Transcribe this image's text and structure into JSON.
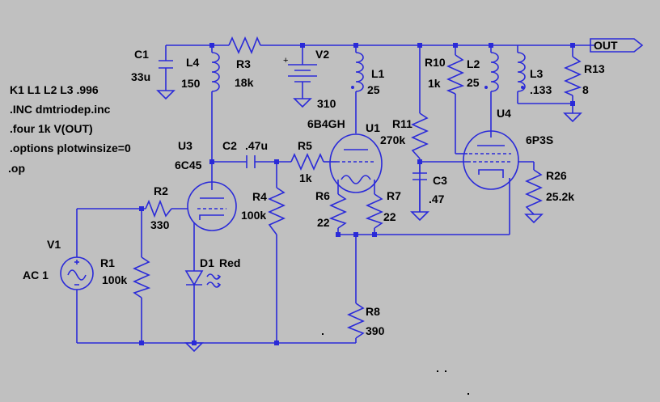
{
  "directives": [
    "K1 L1 L2 L3 .996",
    ".INC dmtriodep.inc",
    ".four 1k V(OUT)",
    ".options plotwinsize=0",
    ".op"
  ],
  "components": {
    "C1": {
      "name": "C1",
      "value": "33u"
    },
    "L4": {
      "name": "L4",
      "value": "150"
    },
    "R3": {
      "name": "R3",
      "value": "18k"
    },
    "V2": {
      "name": "V2",
      "value": "310"
    },
    "L1": {
      "name": "L1",
      "value": "25"
    },
    "R10": {
      "name": "R10",
      "value": "1k"
    },
    "L2": {
      "name": "L2",
      "value": "25"
    },
    "L3": {
      "name": "L3",
      "value": ".133"
    },
    "R13": {
      "name": "R13",
      "value": "8"
    },
    "U1": {
      "name": "U1",
      "model": "6B4GH"
    },
    "U4": {
      "name": "U4",
      "model": "6P3S"
    },
    "R11": {
      "name": "R11",
      "value": "270k"
    },
    "U3": {
      "name": "U3",
      "model": "6C45"
    },
    "C2": {
      "name": "C2",
      "value": ".47u"
    },
    "R5": {
      "name": "R5",
      "value": "1k"
    },
    "C3": {
      "name": "C3",
      "value": ".47"
    },
    "R26": {
      "name": "R26",
      "value": "25.2k"
    },
    "R2": {
      "name": "R2",
      "value": "330"
    },
    "R4": {
      "name": "R4",
      "value": "100k"
    },
    "R6": {
      "name": "R6",
      "value": "22"
    },
    "R7": {
      "name": "R7",
      "value": "22"
    },
    "V1": {
      "name": "V1",
      "value": "AC 1"
    },
    "R1": {
      "name": "R1",
      "value": "100k"
    },
    "D1": {
      "name": "D1",
      "value": "Red"
    },
    "R8": {
      "name": "R8",
      "value": "390"
    }
  },
  "out_label": "OUT",
  "v2_plus": "+"
}
